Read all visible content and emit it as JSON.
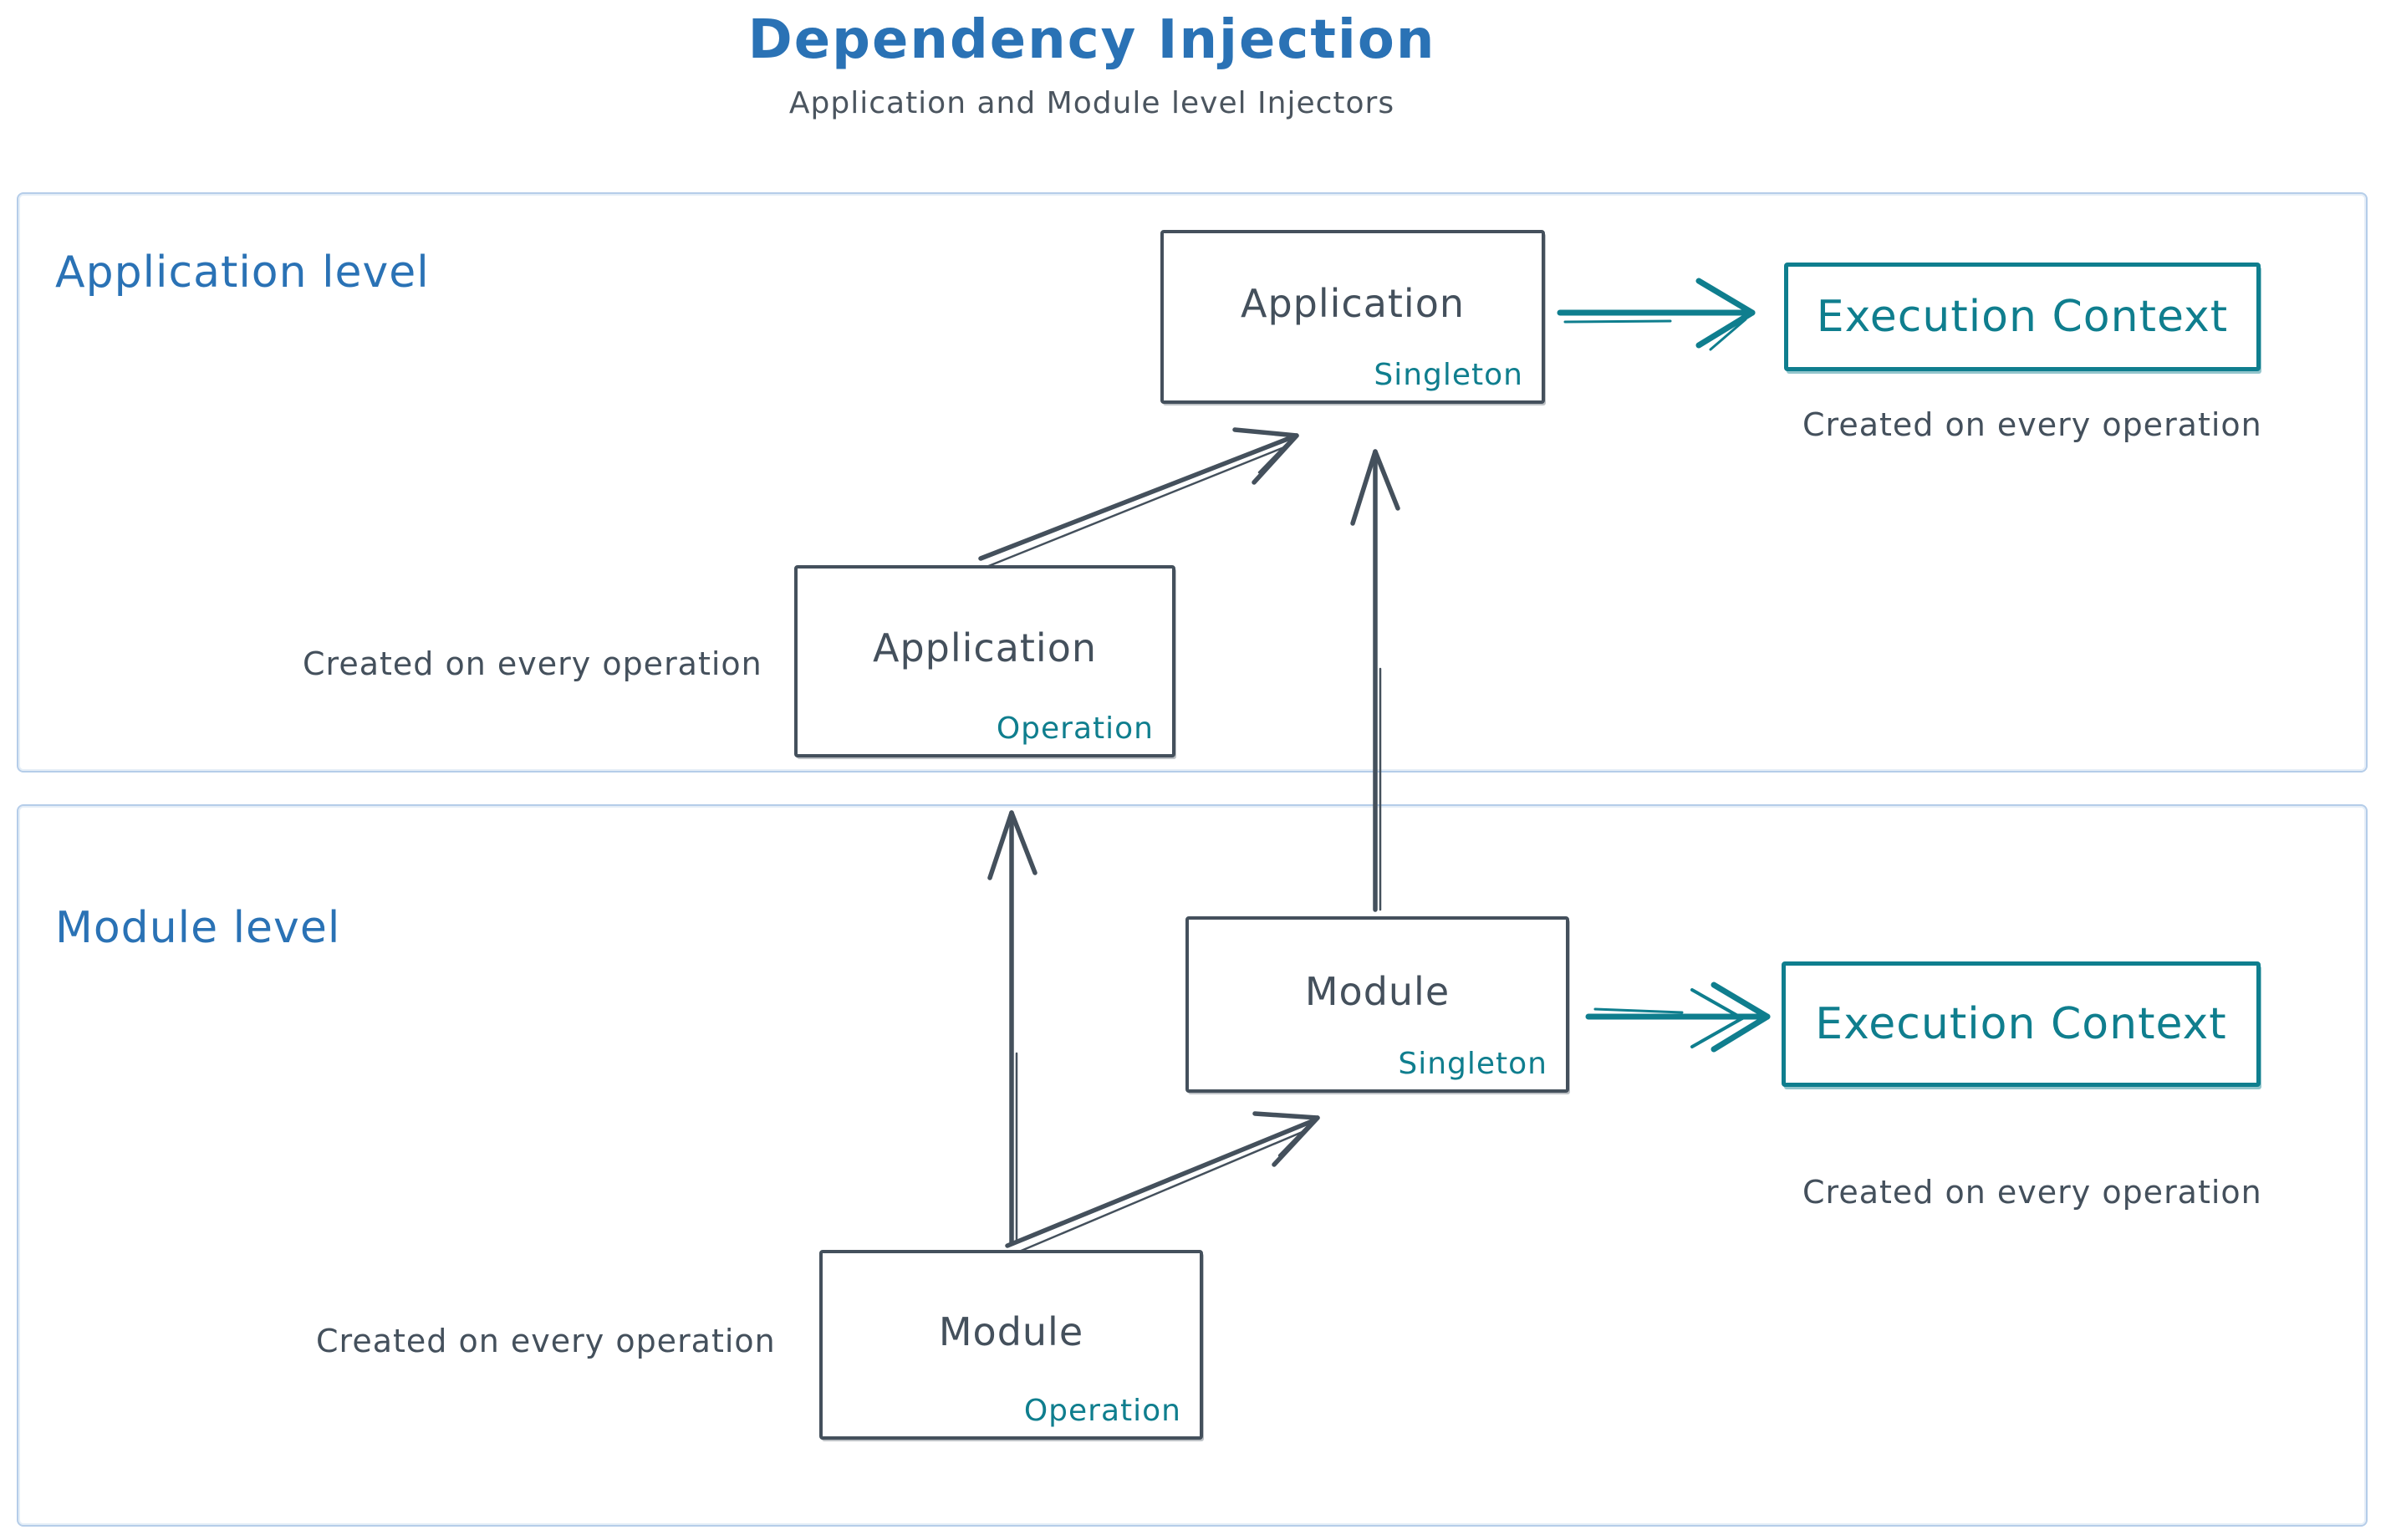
{
  "colors": {
    "blue": "#2a72b5",
    "teal": "#0f7e8e",
    "slate": "#44505c",
    "border": "#b5cde9"
  },
  "header": {
    "title": "Dependency Injection",
    "subtitle": "Application and Module level Injectors"
  },
  "sections": {
    "application": {
      "label": "Application level",
      "singleton_box": {
        "name": "Application",
        "scope": "Singleton"
      },
      "operation_box": {
        "name": "Application",
        "scope": "Operation"
      },
      "operation_caption": "Created on every operation",
      "execution_context": {
        "label": "Execution Context",
        "caption": "Created on every operation"
      }
    },
    "module": {
      "label": "Module level",
      "singleton_box": {
        "name": "Module",
        "scope": "Singleton"
      },
      "operation_box": {
        "name": "Module",
        "scope": "Operation"
      },
      "operation_caption": "Created on every operation",
      "execution_context": {
        "label": "Execution Context",
        "caption": "Created on every operation"
      }
    }
  },
  "arrows": [
    {
      "name": "app-operation-to-app-singleton",
      "color": "slate"
    },
    {
      "name": "module-singleton-to-app-singleton",
      "color": "slate"
    },
    {
      "name": "module-operation-to-app-operation",
      "color": "slate"
    },
    {
      "name": "module-operation-to-module-singleton",
      "color": "slate"
    },
    {
      "name": "app-singleton-to-execution-context",
      "color": "teal"
    },
    {
      "name": "module-singleton-to-execution-context",
      "color": "teal"
    }
  ]
}
